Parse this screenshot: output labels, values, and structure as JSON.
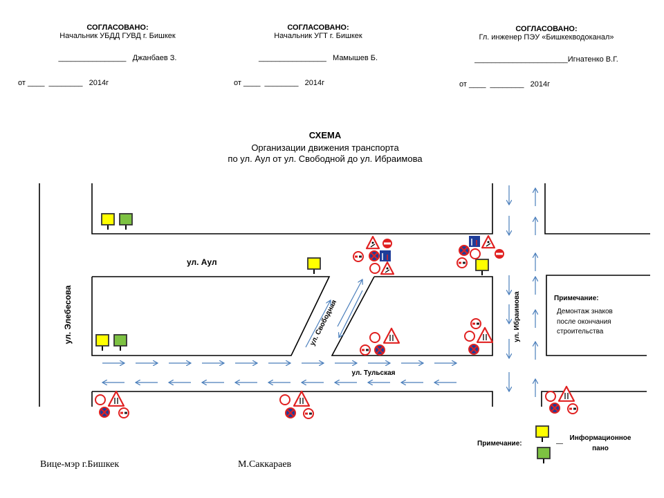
{
  "approvals": [
    {
      "title": "СОГЛАСОВАНО:",
      "position": "Начальник УБДД  ГУВД г. Бишкек",
      "signature_line": "________________",
      "name": "Джанбаев З.",
      "date_line": "от ____  ________   2014г"
    },
    {
      "title": "СОГЛАСОВАНО:",
      "position": "Начальник УГТ г. Бишкек",
      "signature_line": "________________",
      "name": "Мамышев Б.",
      "date_line": "от ____  ________   2014г"
    },
    {
      "title": "СОГЛАСОВАНО:",
      "position": "Гл. инженер  ПЭУ «Бишкекводоканал»",
      "signature_line": "______________________",
      "name": "Игнатенко   В.Г.",
      "date_line": "от ____  ________   2014г"
    }
  ],
  "schema": {
    "title": "СХЕМА",
    "line1": "Организации движения транспорта",
    "line2": "по ул. Аул от ул. Свободной до ул. Ибраимова"
  },
  "streets": {
    "aul": "ул. Аул",
    "elebesova": "ул. Элебесова",
    "svobodnaya": "ул. Свободная",
    "tulskaya": "ул. Тульская",
    "ibraimova": "ул. Ибраимова"
  },
  "note": {
    "title": "Примечание:",
    "lines": [
      "Демонтаж знаков",
      "после окончания",
      "строительства"
    ]
  },
  "legend": {
    "label": "Примечание:",
    "dash": "—",
    "text_line1": "Информационное",
    "text_line2": "пано",
    "colors": {
      "yellow": "#ffff00",
      "green": "#7dc242"
    }
  },
  "footer": {
    "left": "Вице-мэр  г.Бишкек",
    "right": "М.Саккараев"
  },
  "colors": {
    "arrow": "#4a7ebb",
    "sign_red": "#e02020",
    "sign_blue": "#1f3d99"
  }
}
